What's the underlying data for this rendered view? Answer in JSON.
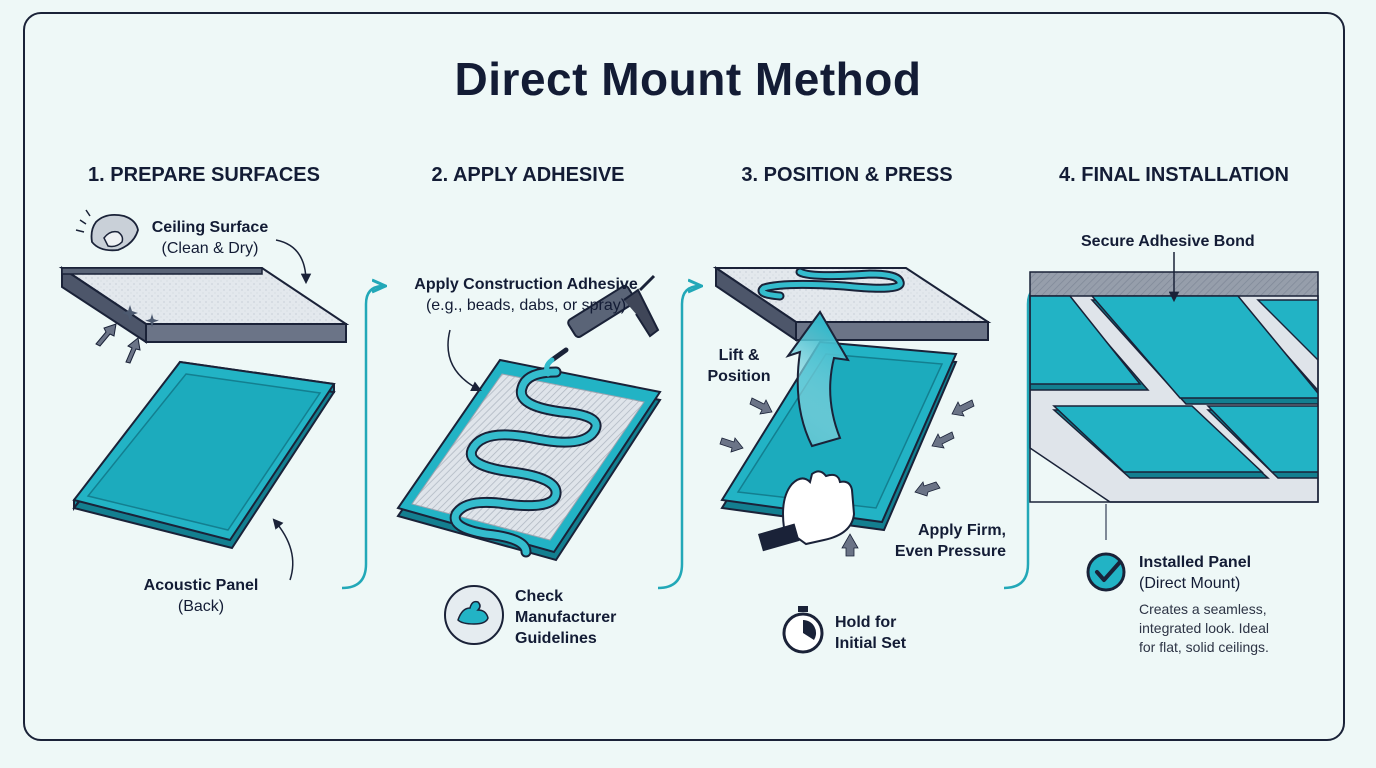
{
  "title": "Direct Mount Method",
  "steps": [
    {
      "title": "1. PREPARE SURFACES",
      "ceiling_label": "Ceiling Surface",
      "ceiling_note": "(Clean & Dry)",
      "panel_label": "Acoustic Panel",
      "panel_note": "(Back)"
    },
    {
      "title": "2. APPLY ADHESIVE",
      "adhesive_label": "Apply Construction Adhesive",
      "adhesive_note": "(e.g., beads, dabs, or spray)",
      "check_line1": "Check",
      "check_line2": "Manufacturer",
      "check_line3": "Guidelines"
    },
    {
      "title": "3. POSITION & PRESS",
      "lift_line1": "Lift &",
      "lift_line2": "Position",
      "pressure_line1": "Apply Firm,",
      "pressure_line2": "Even Pressure",
      "hold_line1": "Hold for",
      "hold_line2": "Initial Set"
    },
    {
      "title": "4. FINAL INSTALLATION",
      "bond_label": "Secure Adhesive Bond",
      "installed_label": "Installed Panel",
      "installed_note": "(Direct Mount)",
      "desc_line1": "Creates a seamless,",
      "desc_line2": "integrated look. Ideal",
      "desc_line3": "for flat, solid ceilings."
    }
  ],
  "colors": {
    "panel": "#1aa9bb",
    "panel_dark": "#137f90",
    "ceiling": "#dfe5ea",
    "ceiling_edge": "#5a6477",
    "outline": "#1a2238",
    "accent_line": "#22a8b8",
    "background": "#eef8f7"
  }
}
